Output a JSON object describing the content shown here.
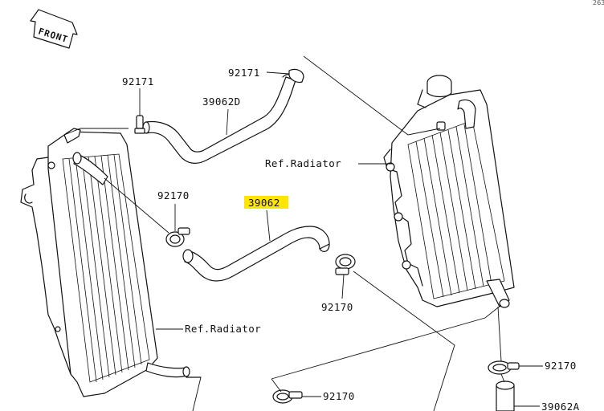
{
  "corner_code": "263",
  "front_label": "FRONT",
  "labels": {
    "p92171_left": "92171",
    "p92171_top": "92171",
    "p39062D": "39062D",
    "p39062": "39062",
    "p92170_a": "92170",
    "p92170_b": "92170",
    "p92170_c": "92170",
    "p92170_d": "92170",
    "p39062A": "39062A",
    "ref_radiator_right": "Ref.Radiator",
    "ref_radiator_left": "Ref.Radiator"
  },
  "highlight_color": "#ffe600"
}
